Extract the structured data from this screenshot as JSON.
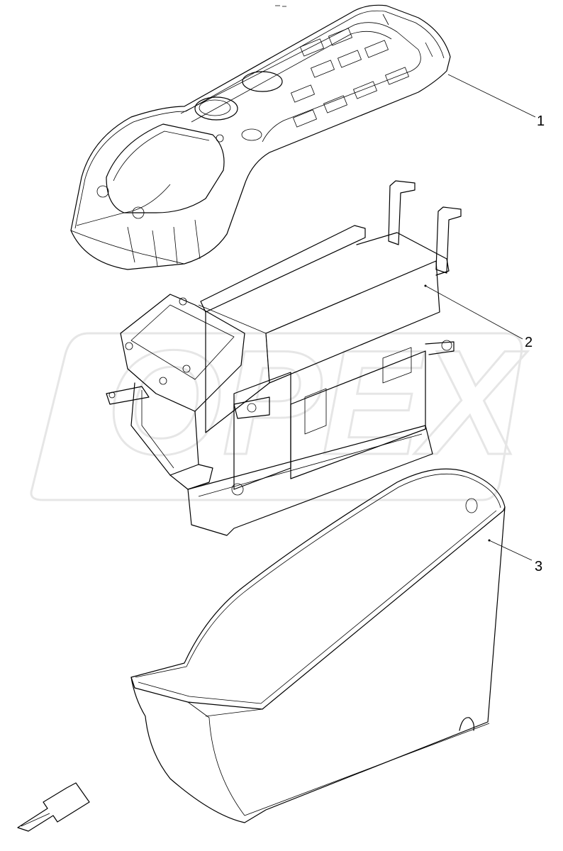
{
  "watermark": {
    "text": "OPEX",
    "color": "#e6e6e6"
  },
  "callouts": [
    {
      "id": "1",
      "label": "1"
    },
    {
      "id": "2",
      "label": "2"
    },
    {
      "id": "3",
      "label": "3"
    }
  ],
  "direction_arrow": {
    "icon": "direction-arrow-icon"
  }
}
